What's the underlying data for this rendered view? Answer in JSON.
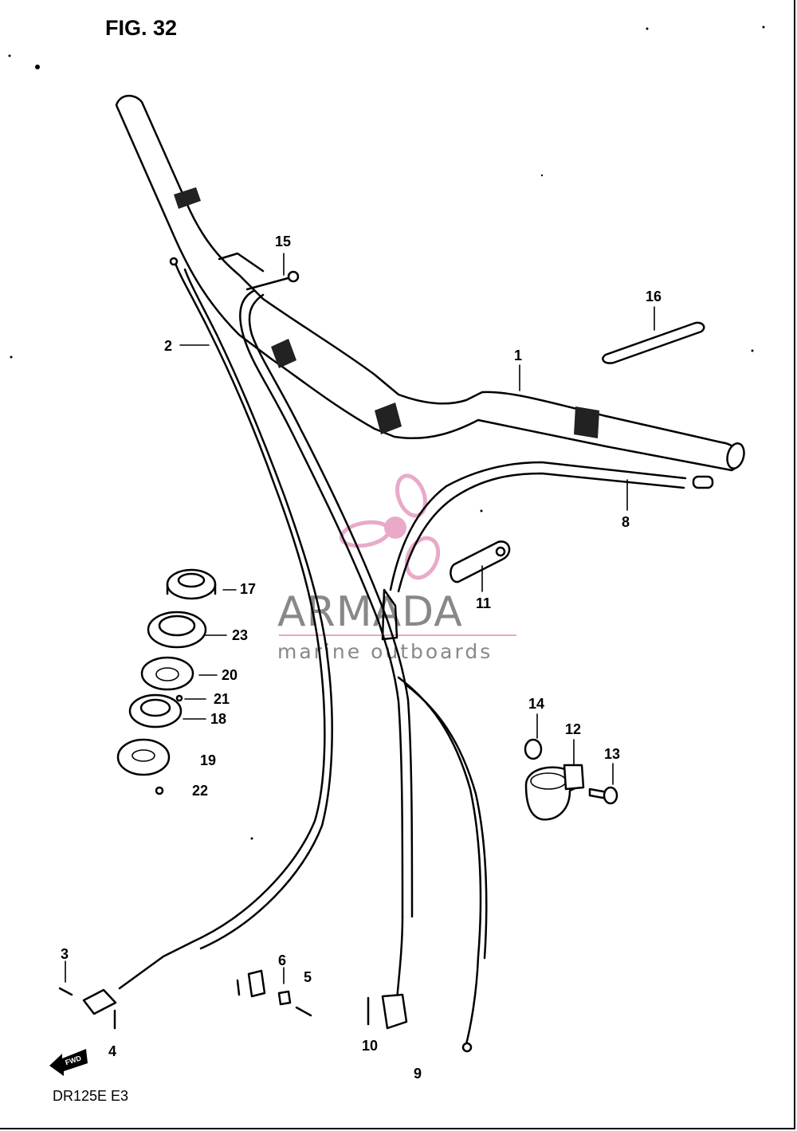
{
  "figure": {
    "title": "FIG. 32",
    "model_code": "DR125E  E3"
  },
  "watermark": {
    "brand": "ARMADA",
    "tagline": "marine outboards",
    "logo_color": "#e8a6c8",
    "text_color": "#888888"
  },
  "callouts": {
    "p1": "1",
    "p2": "2",
    "p3": "3",
    "p4": "4",
    "p5": "5",
    "p6": "6",
    "p8": "8",
    "p9": "9",
    "p10": "10",
    "p11": "11",
    "p12": "12",
    "p13": "13",
    "p14": "14",
    "p15": "15",
    "p16": "16",
    "p17": "17",
    "p18": "18",
    "p19": "19",
    "p20": "20",
    "p21": "21",
    "p22": "22",
    "p23": "23"
  },
  "direction_arrow": {
    "label": "FWD"
  }
}
